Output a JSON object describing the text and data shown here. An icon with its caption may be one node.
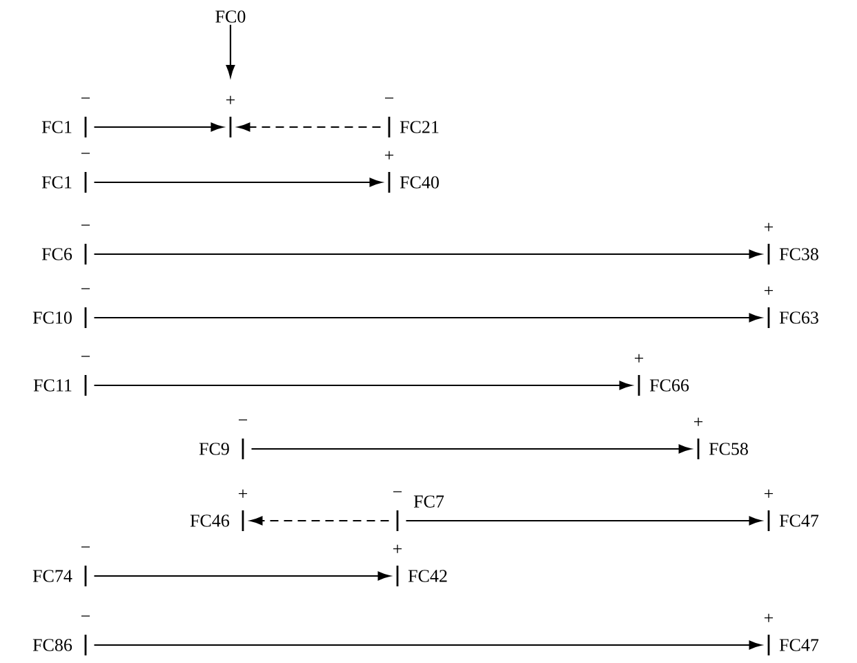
{
  "diagram": {
    "nodes": [
      {
        "text": [
          "FC0"
        ]
      },
      {
        "text": [
          "FC1"
        ],
        "beside": [
          "−"
        ]
      },
      {
        "text": [],
        "shape": "bar",
        "beside": [
          "+"
        ]
      },
      {
        "text": [
          "FC21"
        ],
        "beside": [
          "−"
        ]
      },
      {
        "text": [
          "FC1"
        ],
        "beside": [
          "−"
        ]
      },
      {
        "text": [
          "FC40"
        ],
        "beside": [
          "+"
        ]
      },
      {
        "text": [
          "FC6"
        ],
        "beside": [
          "−"
        ]
      },
      {
        "text": [
          "FC38"
        ],
        "beside": [
          "+"
        ]
      },
      {
        "text": [
          "FC10"
        ],
        "beside": [
          "−"
        ]
      },
      {
        "text": [
          "FC63"
        ],
        "beside": [
          "+"
        ]
      },
      {
        "text": [
          "FC11"
        ],
        "beside": [
          "−"
        ]
      },
      {
        "text": [
          "FC66"
        ],
        "beside": [
          "+"
        ]
      },
      {
        "text": [
          "FC9"
        ],
        "beside": [
          "−"
        ]
      },
      {
        "text": [
          "FC58"
        ],
        "beside": [
          "+"
        ]
      },
      {
        "text": [
          "FC46"
        ],
        "beside": [
          "+"
        ]
      },
      {
        "text": [
          "FC7"
        ],
        "beside": [
          "−"
        ]
      },
      {
        "text": [
          "FC47"
        ],
        "beside": [
          "+"
        ]
      },
      {
        "text": [
          "FC74"
        ],
        "beside": [
          "−"
        ]
      },
      {
        "text": [
          "FC42"
        ],
        "beside": [
          "+"
        ]
      },
      {
        "text": [
          "FC86"
        ],
        "beside": [
          "−"
        ]
      },
      {
        "text": [
          "FC47"
        ],
        "beside": [
          "+"
        ]
      }
    ],
    "edges": [
      {
        "from": 0,
        "to": 2,
        "arrow": "to"
      },
      {
        "from": 1,
        "to": 2,
        "arrow": "to"
      },
      {
        "from": 3,
        "to": 2,
        "arrow": "to",
        "style": "dashed"
      },
      {
        "from": 4,
        "to": 5,
        "arrow": "to"
      },
      {
        "from": 6,
        "to": 7,
        "arrow": "to"
      },
      {
        "from": 8,
        "to": 9,
        "arrow": "to"
      },
      {
        "from": 10,
        "to": 11,
        "arrow": "to"
      },
      {
        "from": 12,
        "to": 13,
        "arrow": "to"
      },
      {
        "from": 15,
        "to": 14,
        "arrow": "to",
        "style": "dashed"
      },
      {
        "from": 15,
        "to": 16,
        "arrow": "to"
      },
      {
        "from": 17,
        "to": 18,
        "arrow": "to"
      },
      {
        "from": 19,
        "to": 20,
        "arrow": "to"
      }
    ]
  }
}
